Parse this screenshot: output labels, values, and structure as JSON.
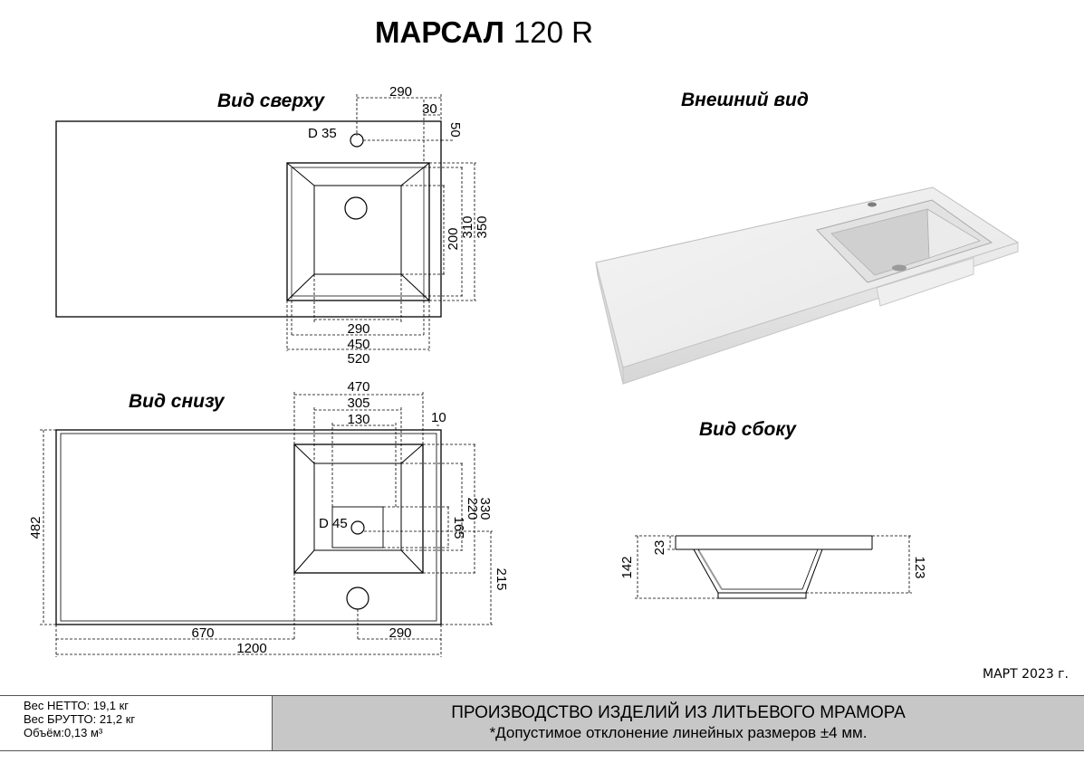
{
  "title": {
    "model": "МАРСАЛ",
    "size": "120 R"
  },
  "views": {
    "top": "Вид сверху",
    "external": "Внешний вид",
    "bottom": "Вид снизу",
    "side": "Вид сбоку"
  },
  "top_dims": {
    "w290_top": "290",
    "w30": "30",
    "h50": "50",
    "d35": "D 35",
    "h200": "200",
    "h310": "310",
    "h350": "350",
    "w290_bottom": "290",
    "w450": "450",
    "w520": "520"
  },
  "bottom_dims": {
    "w470": "470",
    "w305": "305",
    "w130": "130",
    "w10": "10",
    "h482": "482",
    "d45": "D 45",
    "h330": "330",
    "h220": "220",
    "h165": "165",
    "h215": "215",
    "w670": "670",
    "w290": "290",
    "w1200": "1200"
  },
  "side_dims": {
    "h142": "142",
    "h23": "23",
    "h123": "123"
  },
  "date": "МАРТ 2023 г.",
  "footer": {
    "net": "Вес НЕТТО: 19,1 кг",
    "gross": "Вес БРУТТО: 21,2 кг",
    "volume": "Объём:0,13 м³",
    "production": "ПРОИЗВОДСТВО ИЗДЕЛИЙ ИЗ ЛИТЬЕВОГО МРАМОРА",
    "tolerance": "*Допустимое отклонение линейных размеров ±4 мм."
  }
}
